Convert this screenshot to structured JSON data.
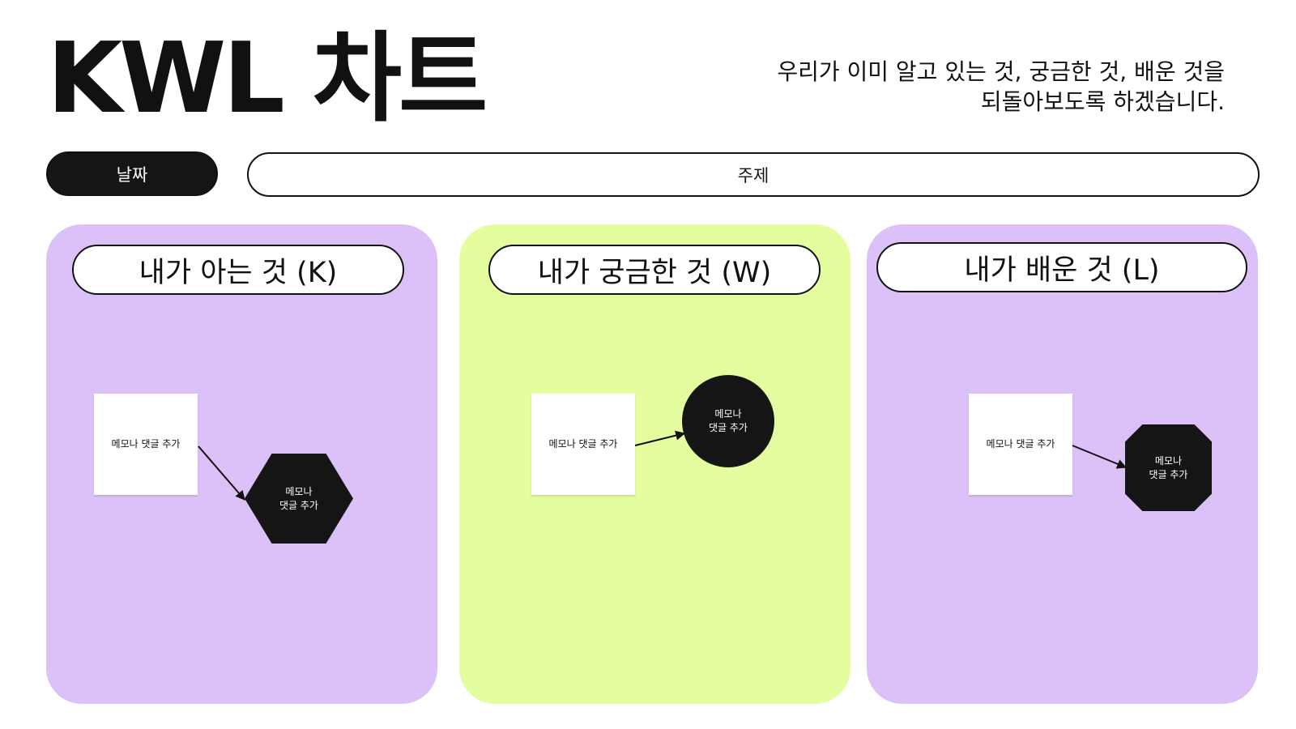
{
  "title": "KWL 차트",
  "subtitle_lines": [
    "우리가 이미 알고 있는 것, 궁금한 것, 배운 것을",
    "되돌아보도록 하겠습니다."
  ],
  "date_label": "날짜",
  "subject_label": "주제",
  "columns": [
    {
      "header": "내가 아는 것 (K)",
      "note": "메모나 댓글 추가",
      "shape_lines": [
        "메모나",
        "댓글 추가"
      ]
    },
    {
      "header": "내가 궁금한 것 (W)",
      "note": "메모나 댓글 추가",
      "shape_lines": [
        "메모나",
        "댓글 추가"
      ]
    },
    {
      "header": "내가 배운 것 (L)",
      "note": "메모나 댓글 추가",
      "shape_lines": [
        "메모나",
        "댓글 추가"
      ]
    }
  ],
  "colors": {
    "lavender": "#dcc1f8",
    "lime": "#e3fd9f",
    "dark": "#151515",
    "white": "#ffffff"
  }
}
